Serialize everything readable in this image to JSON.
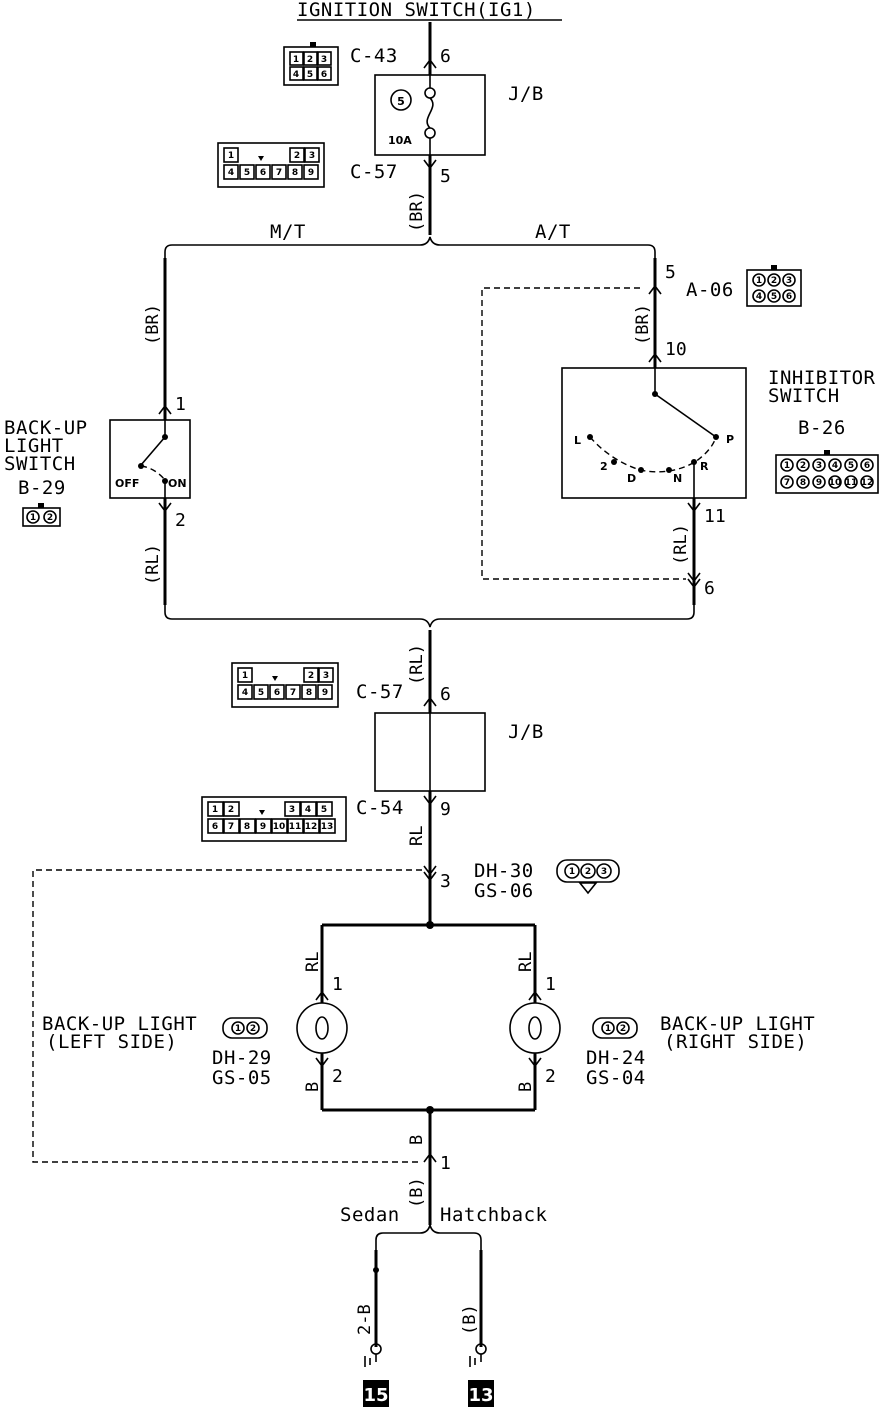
{
  "title": "IGNITION SWITCH(IG1)",
  "connectors": {
    "c43": {
      "id": "C-43",
      "pin_top": "6",
      "cells": [
        "1",
        "2",
        "3",
        "4",
        "5",
        "6"
      ]
    },
    "jb_top": {
      "label": "J/B",
      "fuse_num": "5",
      "fuse_rating": "10A"
    },
    "c57_top": {
      "id": "C-57",
      "pin": "5",
      "cells": [
        "1",
        "2",
        "3",
        "4",
        "5",
        "6",
        "7",
        "8",
        "9"
      ]
    },
    "br_main": "(BR)",
    "mt": "M/T",
    "at": "A/T",
    "a06": {
      "id": "A-06",
      "pin": "5",
      "cells": [
        "1",
        "2",
        "3",
        "4",
        "5",
        "6"
      ]
    },
    "br_left": "(BR)",
    "br_right": "(BR)",
    "pin_10": "10",
    "backup_switch": {
      "line1": "BACK-UP",
      "line2": "LIGHT",
      "line3": "SWITCH",
      "id": "B-29",
      "pin1": "1",
      "pin2": "2",
      "off": "OFF",
      "on": "ON",
      "cells": [
        "1",
        "2"
      ]
    },
    "inhibitor": {
      "line1": "INHIBITOR",
      "line2": "SWITCH",
      "id": "B-26",
      "pin_out": "11",
      "pos_L": "L",
      "pos_2": "2",
      "pos_D": "D",
      "pos_N": "N",
      "pos_R": "R",
      "pos_P": "P",
      "cells": [
        "1",
        "2",
        "3",
        "4",
        "5",
        "6",
        "7",
        "8",
        "9",
        "10",
        "11",
        "12"
      ]
    },
    "rl_left": "(RL)",
    "rl_right": "(RL)",
    "pin_6_at": "6",
    "rl_mid": "(RL)",
    "c57_mid": {
      "id": "C-57",
      "pin": "6",
      "cells": [
        "1",
        "2",
        "3",
        "4",
        "5",
        "6",
        "7",
        "8",
        "9"
      ]
    },
    "jb_mid": {
      "label": "J/B"
    },
    "c54": {
      "id": "C-54",
      "pin": "9",
      "wire": "RL",
      "cells": [
        "1",
        "2",
        "3",
        "4",
        "5",
        "6",
        "7",
        "8",
        "9",
        "10",
        "11",
        "12",
        "13"
      ]
    },
    "dh30": {
      "line1": "DH-30",
      "line2": "GS-06",
      "pin": "3",
      "cells": [
        "1",
        "2",
        "3"
      ]
    },
    "left_light": {
      "line1": "BACK-UP LIGHT",
      "line2": "(LEFT SIDE)",
      "id1": "DH-29",
      "id2": "GS-05",
      "pin1": "1",
      "pin2": "2",
      "wire_top": "RL",
      "wire_bot": "B",
      "cells": [
        "1",
        "2"
      ]
    },
    "right_light": {
      "line1": "BACK-UP LIGHT",
      "line2": "(RIGHT SIDE)",
      "id1": "DH-24",
      "id2": "GS-04",
      "pin1": "1",
      "pin2": "2",
      "wire_top": "RL",
      "wire_bot": "B",
      "cells": [
        "1",
        "2"
      ]
    },
    "ground_wire": "B",
    "pin_ground": "1",
    "b_paren": "(B)",
    "sedan": "Sedan",
    "hatchback": "Hatchback",
    "wire_2b": "2-B",
    "wire_b_hatch": "(B)",
    "ground15": "15",
    "ground13": "13"
  }
}
